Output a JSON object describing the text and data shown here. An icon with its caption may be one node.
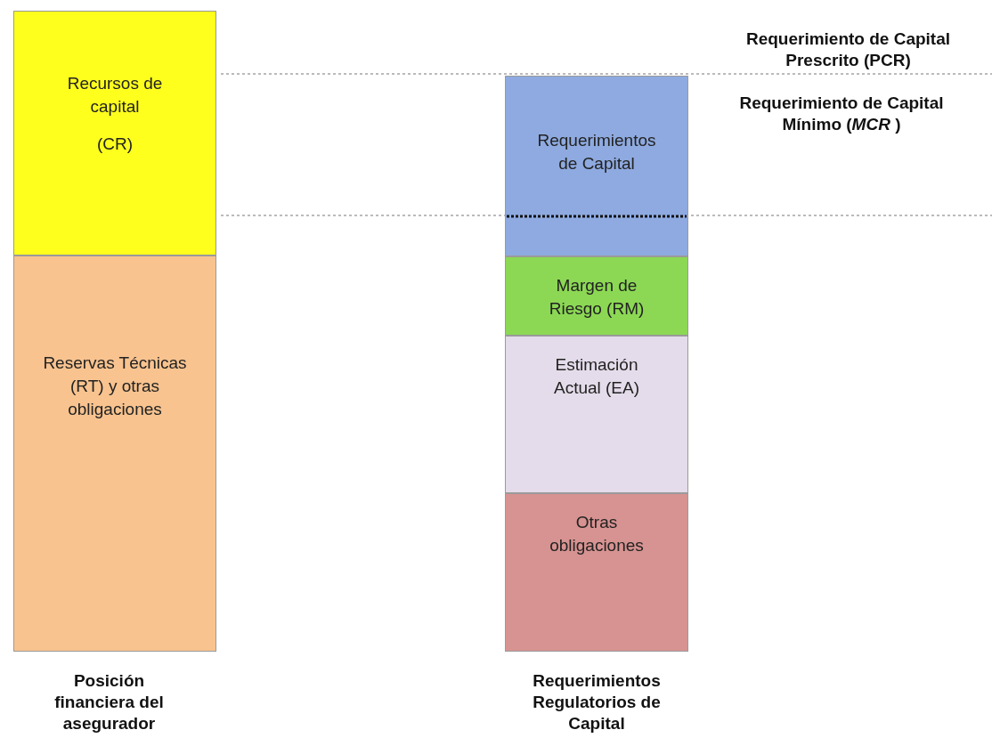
{
  "diagram": {
    "nodes": [
      {
        "text": [
          "Recursos de capital",
          "(CR)"
        ]
      },
      {
        "text": [
          "Reservas Técnicas (RT) y otras obligaciones"
        ]
      },
      {
        "text": [
          "Requerimientos de Capital"
        ]
      },
      {
        "text": [
          "Margen de Riesgo (RM)"
        ]
      },
      {
        "text": [
          "Estimación Actual (EA)"
        ]
      },
      {
        "text": [
          "Otras obligaciones"
        ]
      }
    ],
    "labels": [
      "Requerimiento de Capital Prescrito (PCR)",
      "Requerimiento de Capital Mínimo (*MCR* )",
      "Posición financiera del asegurador",
      "Requerimientos Regulatorios de Capital"
    ]
  }
}
